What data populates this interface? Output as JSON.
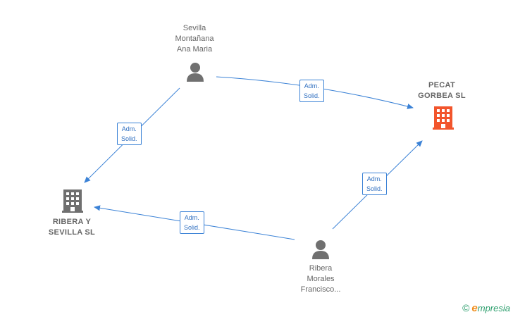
{
  "nodes": {
    "person_sevilla": {
      "lines": [
        "Sevilla",
        "Montañana",
        "Ana Maria"
      ]
    },
    "person_ribera": {
      "lines": [
        "Ribera",
        "Morales",
        "Francisco..."
      ]
    },
    "company_pecat": {
      "lines": [
        "PECAT",
        "GORBEA  SL"
      ]
    },
    "company_ribera_sevilla": {
      "lines": [
        "RIBERA Y",
        "SEVILLA SL"
      ]
    }
  },
  "edges": [
    {
      "label": [
        "Adm.",
        "Solid."
      ]
    },
    {
      "label": [
        "Adm.",
        "Solid."
      ]
    },
    {
      "label": [
        "Adm.",
        "Solid."
      ]
    },
    {
      "label": [
        "Adm.",
        "Solid."
      ]
    }
  ],
  "colors": {
    "edge": "#3b82d6",
    "person_icon": "#707070",
    "company_gray": "#6f6f6f",
    "company_highlight": "#f2552c"
  },
  "brand": {
    "copyright": "©",
    "name_initial": "e",
    "name_rest": "mpresia"
  }
}
